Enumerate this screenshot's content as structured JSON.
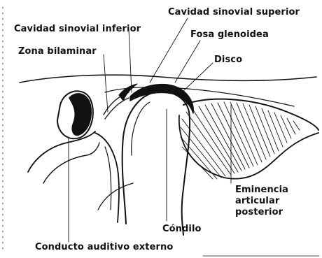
{
  "figure": {
    "labels": {
      "upper_synovial_cavity": "Cavidad sinovial superior",
      "lower_synovial_cavity": "Cavidad sinovial inferior",
      "glenoid_fossa": "Fosa glenoidea",
      "bilaminar_zone": "Zona bilaminar",
      "disc": "Disco",
      "posterior_articular_eminence": "Eminencia\narticular\nposterior",
      "condyle": "Cóndilo",
      "external_auditory_canal": "Conducto auditivo externo"
    }
  }
}
